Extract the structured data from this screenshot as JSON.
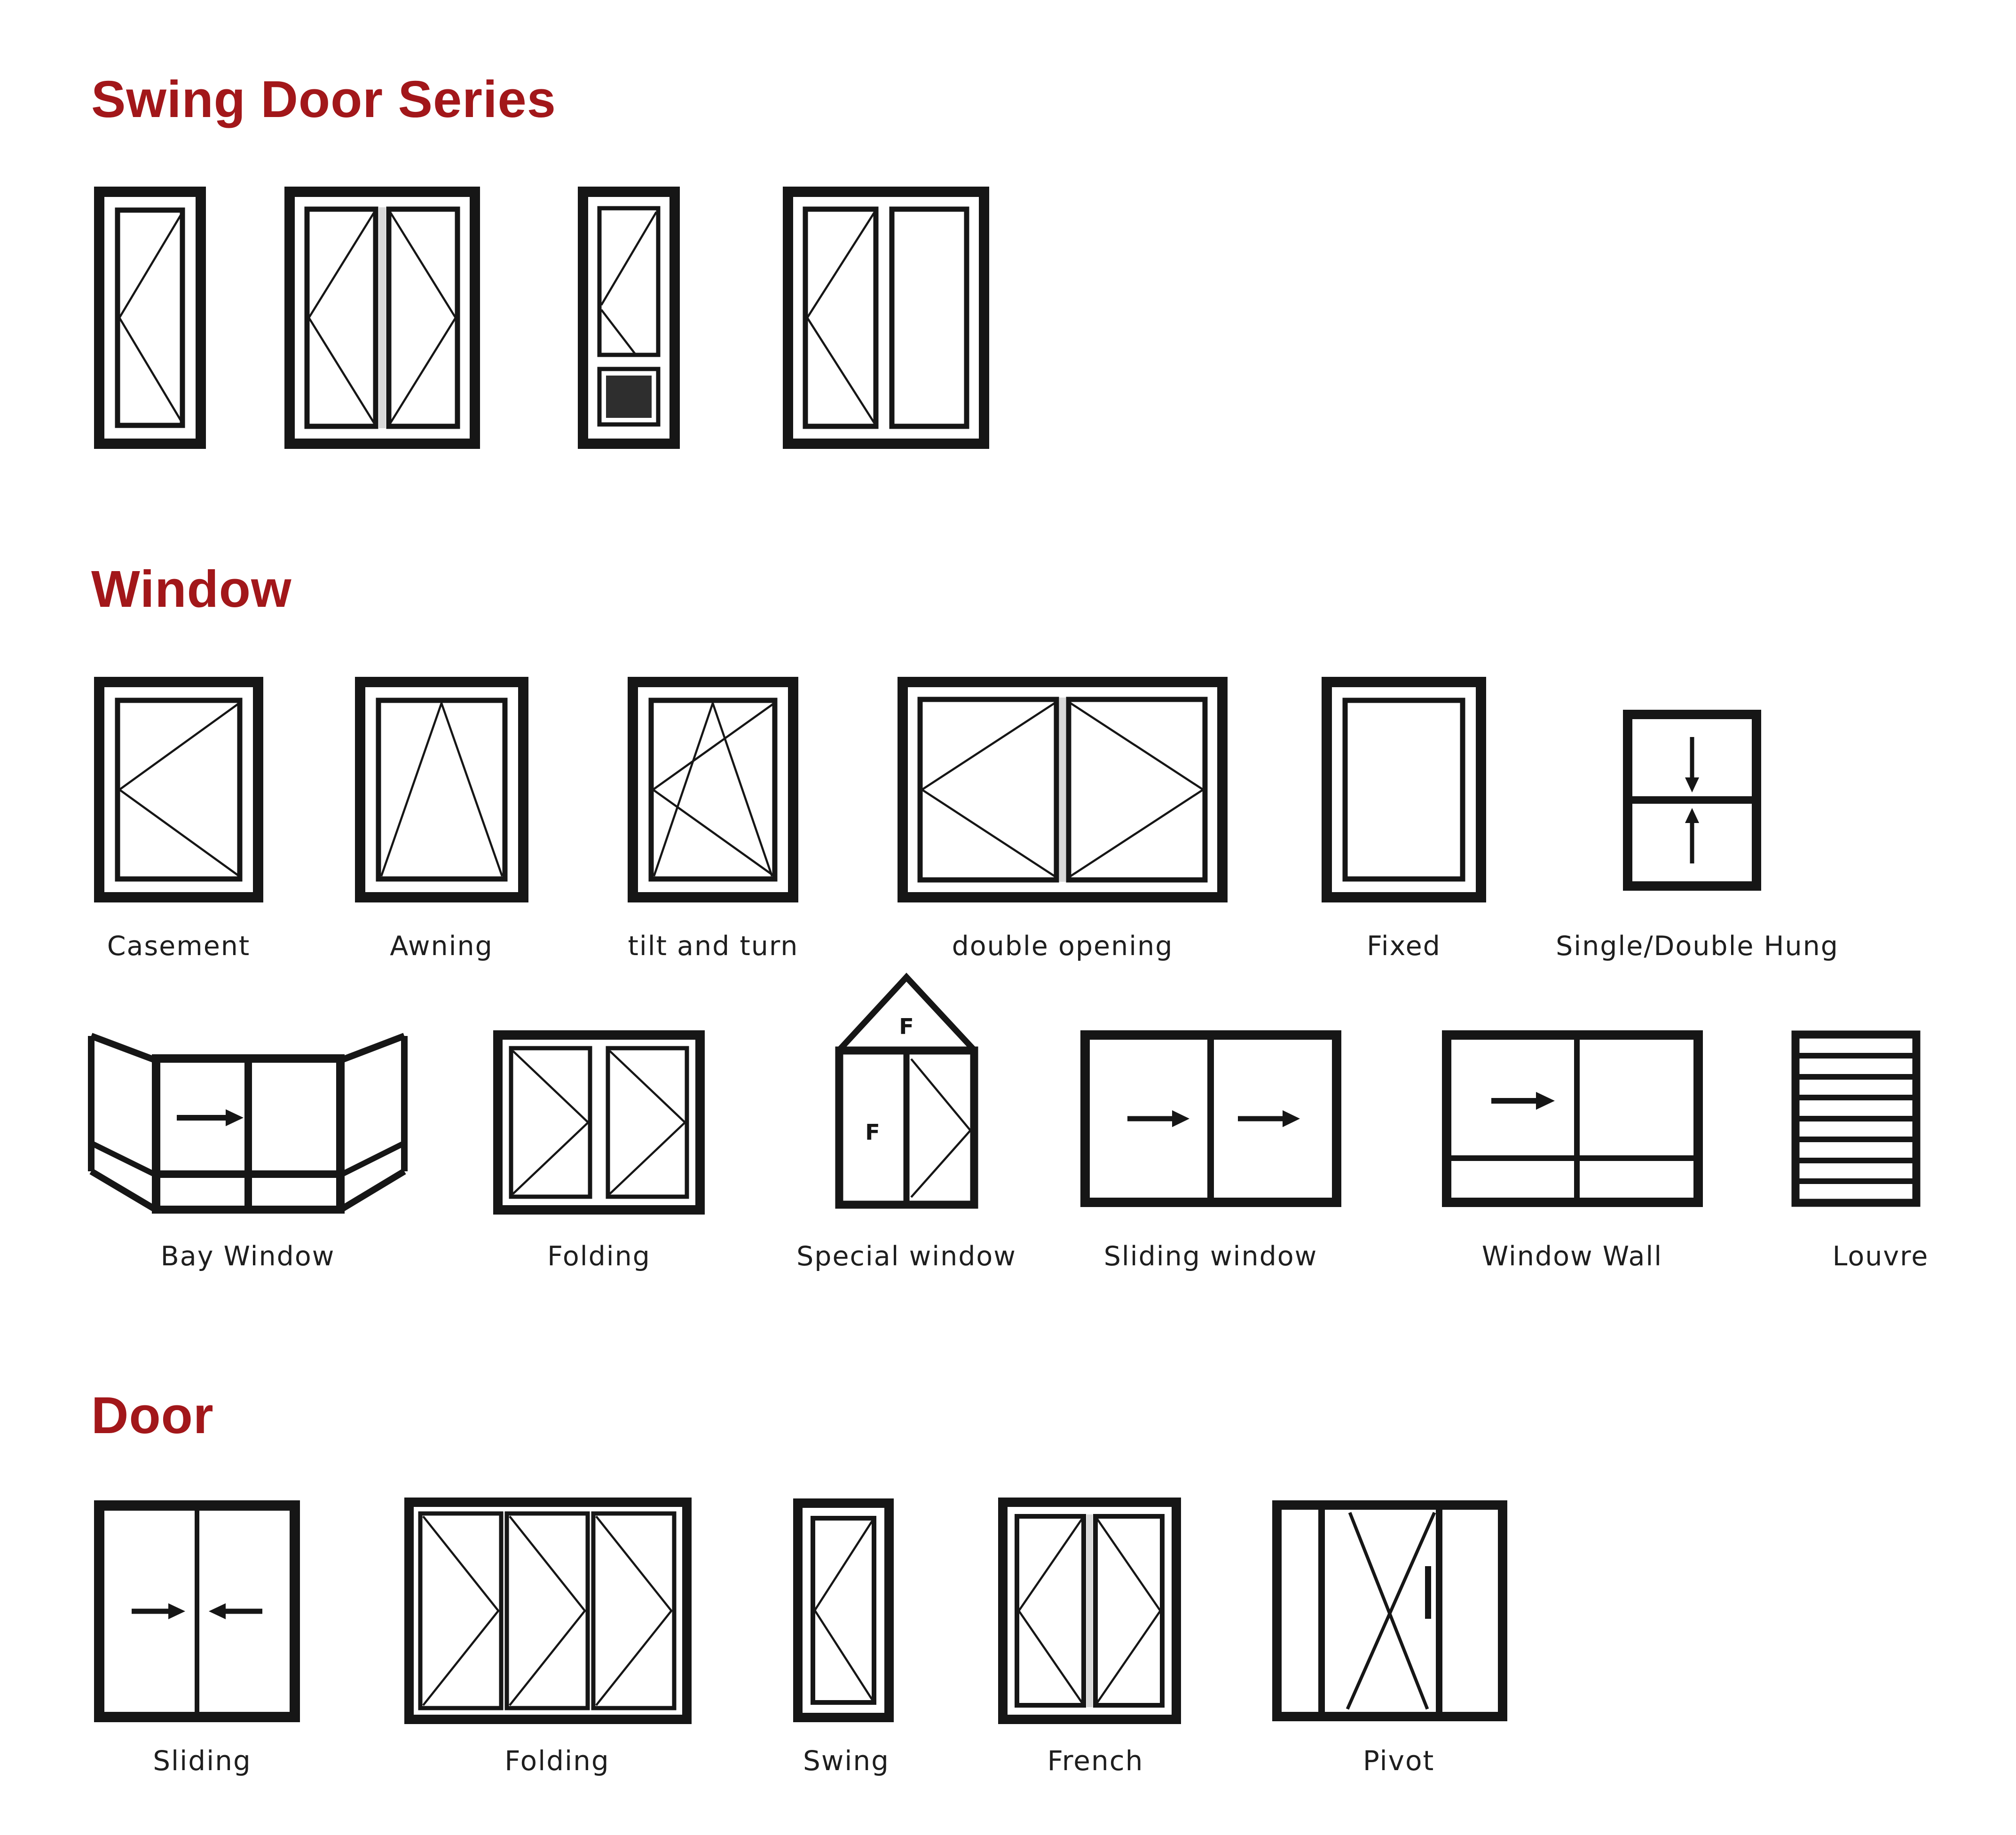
{
  "page": {
    "background": "#ffffff",
    "accent_color": "#a2171a",
    "line_color": "#161616",
    "panel_color": "#2e2e2e"
  },
  "sections": {
    "swing_door_series": {
      "title": "Swing Door Series"
    },
    "window": {
      "title": "Window",
      "row1_labels": {
        "casement": "Casement",
        "awning": "Awning",
        "tilt_and_turn": "tilt and turn",
        "double_opening": "double opening",
        "fixed": "Fixed",
        "single_double_hung": "Single/Double Hung"
      },
      "row2_labels": {
        "bay_window": "Bay Window",
        "folding": "Folding",
        "special_window": "Special window",
        "sliding_window": "Sliding window",
        "window_wall": "Window Wall",
        "louvre": "Louvre"
      },
      "special_window_marks": {
        "gable_mark": "F",
        "left_panel_mark": "F"
      }
    },
    "door": {
      "title": "Door",
      "labels": {
        "sliding": "Sliding",
        "folding": "Folding",
        "swing": "Swing",
        "french": "French",
        "pivot": "Pivot"
      }
    }
  }
}
